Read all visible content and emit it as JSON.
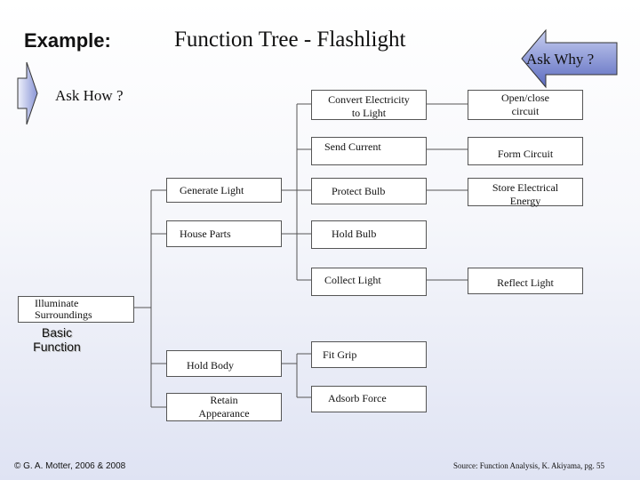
{
  "header": {
    "example_label": "Example:",
    "title": "Function Tree - Flashlight",
    "ask_why": "Ask Why ?",
    "ask_how": "Ask How ?"
  },
  "tree": {
    "root": "Illuminate\nSurroundings",
    "basic_function": "Basic\nFunction",
    "level2": {
      "generate_light": "Generate  Light",
      "house_parts": "House Parts",
      "hold_body": "Hold Body",
      "retain_appearance": "Retain\nAppearance"
    },
    "level3": {
      "convert_electricity": "Convert Electricity\nto Light",
      "send_current": "Send Current",
      "protect_bulb": "Protect Bulb",
      "hold_bulb": "Hold Bulb",
      "collect_light": "Collect Light",
      "fit_grip": "Fit Grip",
      "adsorb_force": "Adsorb Force"
    },
    "level4": {
      "open_close_circuit": "Open/close\ncircuit",
      "form_circuit": "Form Circuit",
      "store_electrical_energy": "Store Electrical\nEnergy",
      "reflect_light": "Reflect Light"
    }
  },
  "footer": {
    "copyright": "© G. A. Motter, 2006 & 2008",
    "source": "Source:  Function Analysis, K. Akiyama, pg. 55"
  },
  "colors": {
    "arrow_fill_top": "#b7bfe6",
    "arrow_fill_bottom": "#5b6bc0",
    "line": "#555555"
  }
}
